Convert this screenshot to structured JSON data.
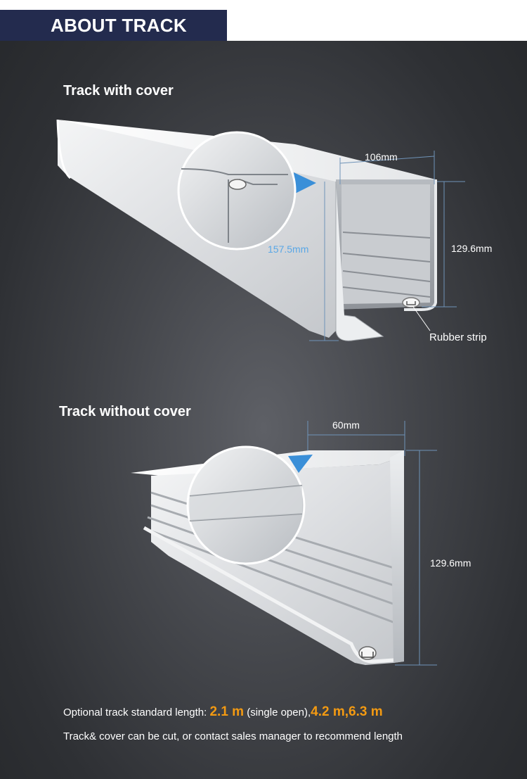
{
  "header": {
    "title": "ABOUT TRACK"
  },
  "sections": {
    "with_cover": {
      "title": "Track with cover",
      "width_label": "106mm",
      "height_label": "129.6mm",
      "depth_label": "157.5mm",
      "strip_label": "Rubber strip"
    },
    "without_cover": {
      "title": "Track without cover",
      "width_label": "60mm",
      "height_label": "129.6mm"
    }
  },
  "footer": {
    "line1_prefix": "Optional track standard length: ",
    "len1": "2.1 m",
    "mid": " (single open),",
    "len2": "4.2 m",
    "sep": ",",
    "len3": "6.3 m",
    "line2": "Track& cover can be cut, or contact sales manager to recommend length"
  },
  "colors": {
    "header_bg": "#232b4e",
    "highlight": "#f39a12",
    "dimension_blue": "#5aa7e6",
    "background": "#3a3c40"
  }
}
